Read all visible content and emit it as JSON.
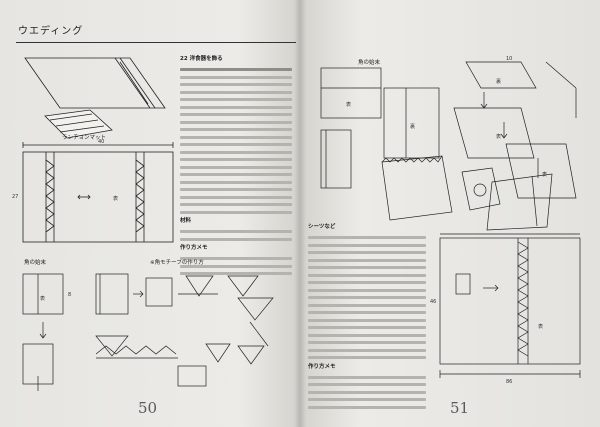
{
  "left_page": {
    "header": "ウエディング",
    "page_number": "50",
    "caption_top": "ランチョンマット",
    "caption_corner": "角の始末",
    "caption_tape": "※角モチーフの作り方",
    "section_a": "22  洋食器を飾る",
    "section_b": "材料",
    "section_c": "作り方メモ"
  },
  "right_page": {
    "page_number": "51",
    "caption_corner": "角の始末",
    "section_a": "シーツなど",
    "section_b": "作り方メモ"
  }
}
